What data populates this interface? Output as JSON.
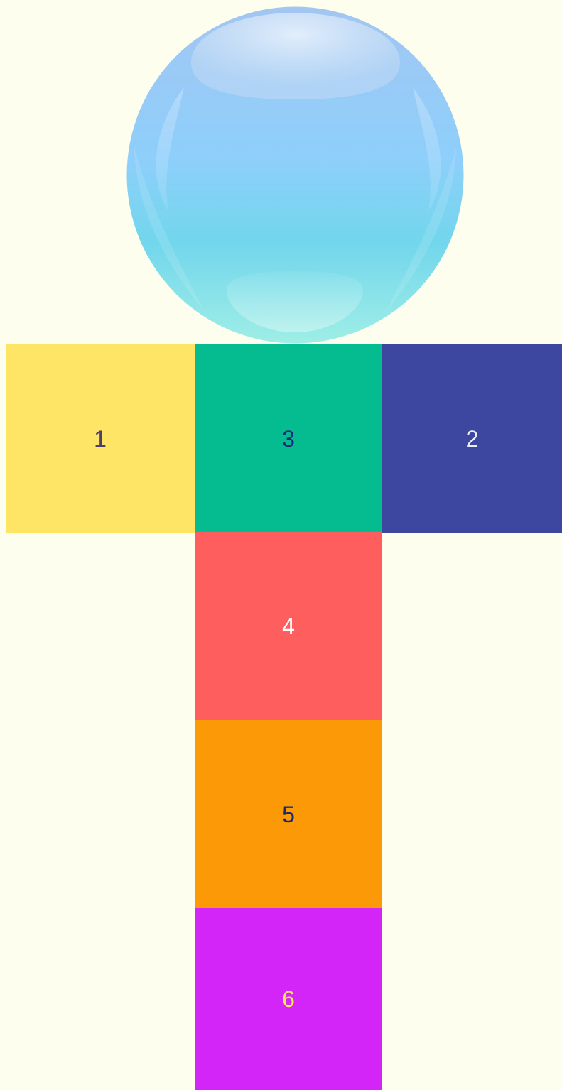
{
  "ball": {
    "icon": "glass-bubble",
    "colors": {
      "top": "#9fc9f4",
      "middle": "#7ed2f5",
      "bottom": "#8ee8e6",
      "highlight": "#e8f2fb"
    }
  },
  "squares": [
    {
      "label": "1",
      "background": "#ffe566",
      "text_color": "#4d3f6b"
    },
    {
      "label": "3",
      "background": "#05bb90",
      "text_color": "#1a2a7a"
    },
    {
      "label": "2",
      "background": "#3d479f",
      "text_color": "#e8eef8"
    },
    {
      "label": "4",
      "background": "#ff5e5e",
      "text_color": "#ffffff"
    },
    {
      "label": "5",
      "background": "#fb9906",
      "text_color": "#1a2a6a"
    },
    {
      "label": "6",
      "background": "#d325f7",
      "text_color": "#ffe95a"
    }
  ],
  "page": {
    "background": "#fefeee"
  }
}
